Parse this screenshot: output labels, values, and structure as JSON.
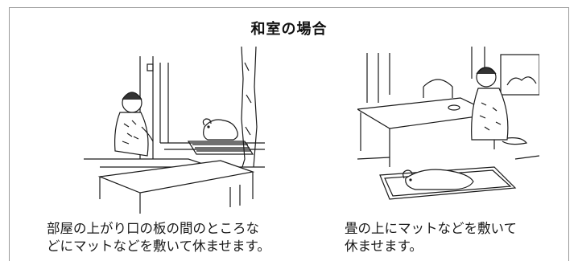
{
  "heading": "和室の場合",
  "captions": {
    "left": {
      "line1": "部屋の上がり口の板の間のところな",
      "line2": "どにマットなどを敷いて休ませます。"
    },
    "right": {
      "line1": "畳の上にマットなどを敷いて",
      "line2": "休ませます。"
    }
  },
  "colors": {
    "border": "#9a9a9a",
    "ink": "#1a1a1a",
    "paper": "#ffffff"
  }
}
